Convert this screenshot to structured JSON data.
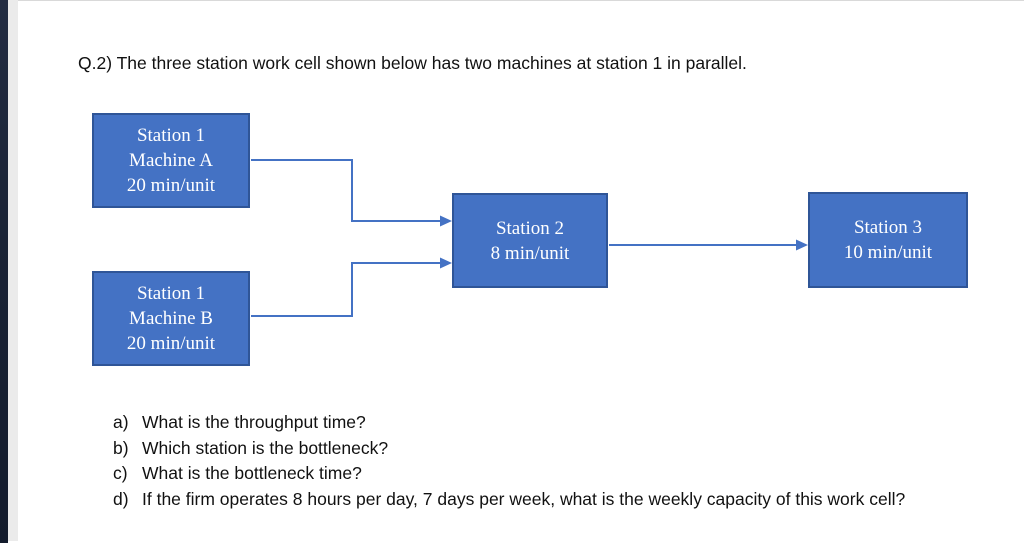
{
  "page": {
    "title": "Q.2) The three station work cell shown below has two machines at station 1 in parallel."
  },
  "diagram": {
    "boxes": [
      {
        "id": "station1-machine-a",
        "lines": [
          "Station 1",
          "Machine A",
          "20 min/unit"
        ]
      },
      {
        "id": "station1-machine-b",
        "lines": [
          "Station 1",
          "Machine B",
          "20 min/unit"
        ]
      },
      {
        "id": "station2",
        "lines": [
          "Station 2",
          "8 min/unit"
        ]
      },
      {
        "id": "station3",
        "lines": [
          "Station 3",
          "10 min/unit"
        ]
      }
    ],
    "connections": [
      {
        "from": "station1-machine-a",
        "to": "station2"
      },
      {
        "from": "station1-machine-b",
        "to": "station2"
      },
      {
        "from": "station2",
        "to": "station3"
      }
    ],
    "colors": {
      "box_fill": "#4472C4",
      "box_border": "#2F5597",
      "connector": "#4472C4",
      "box_text": "#FFFFFF"
    }
  },
  "questions": [
    {
      "label": "a)",
      "text": "What is the throughput time?"
    },
    {
      "label": "b)",
      "text": "Which station is the bottleneck?"
    },
    {
      "label": "c)",
      "text": "What is the bottleneck time?"
    },
    {
      "label": "d)",
      "text": "If the firm operates 8 hours per day, 7 days per week, what is the weekly capacity of this work cell?"
    }
  ]
}
